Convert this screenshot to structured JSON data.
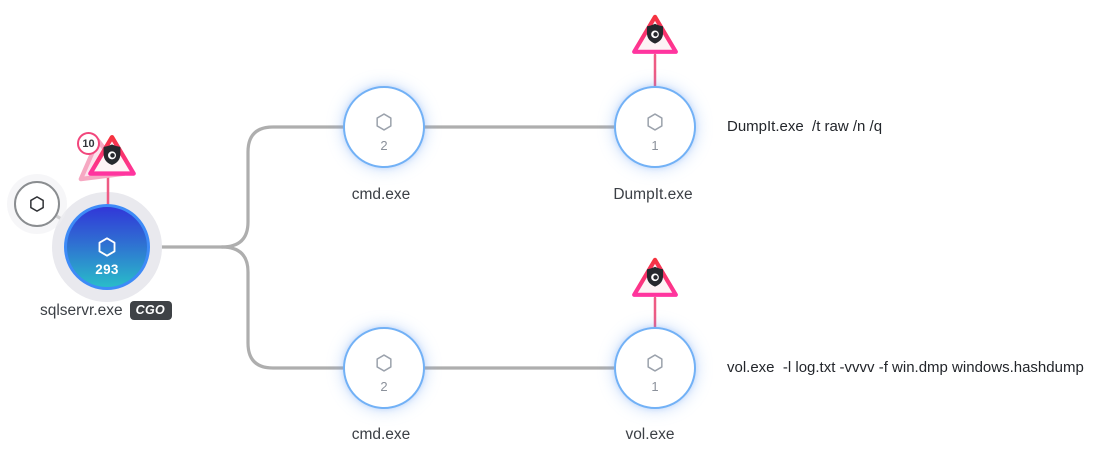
{
  "diagram": {
    "type": "process-tree",
    "root": {
      "label": "sqlservr.exe",
      "tag": "CGO",
      "child_count": "293",
      "alert_count": "10"
    },
    "nodes": {
      "cmd_top": {
        "label": "cmd.exe",
        "count": "2"
      },
      "dumpit": {
        "label": "DumpIt.exe",
        "count": "1",
        "command": "DumpIt.exe  /t raw /n /q"
      },
      "cmd_bottom": {
        "label": "cmd.exe",
        "count": "2"
      },
      "vol": {
        "label": "vol.exe",
        "count": "1",
        "command": "vol.exe  -l log.txt -vvvv -f win.dmp windows.hashdump"
      }
    },
    "colors": {
      "root_gradient_top": "#3137d8",
      "root_gradient_bottom": "#29bcc9",
      "root_ring": "#3e8bf7",
      "child_ring": "#72b1f6",
      "connector": "#aeaeae",
      "alert_line": "#ee5b84",
      "alert_red": "#f5333f",
      "alert_pink": "#ff35a0",
      "shield": "#26282d",
      "tag_bg": "#3f4246"
    }
  }
}
